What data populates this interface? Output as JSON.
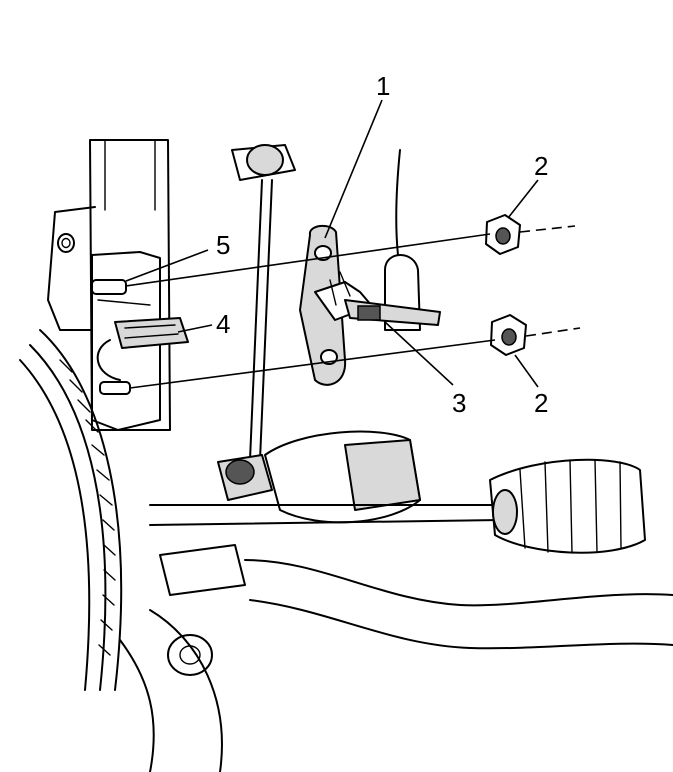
{
  "callouts": [
    {
      "id": "c1",
      "label": "1"
    },
    {
      "id": "c2a",
      "label": "2"
    },
    {
      "id": "c2b",
      "label": "2"
    },
    {
      "id": "c3",
      "label": "3"
    },
    {
      "id": "c4",
      "label": "4"
    },
    {
      "id": "c5",
      "label": "5"
    }
  ]
}
